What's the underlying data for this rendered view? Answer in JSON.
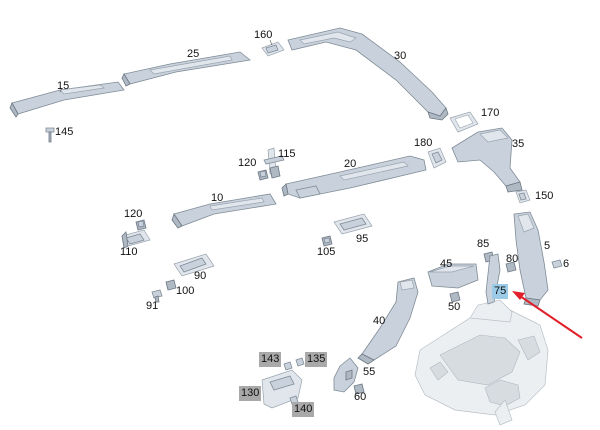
{
  "colors": {
    "part_fill": "#c9d2dc",
    "highlight_box": "#9ccbe8",
    "grey_box": "#a9a9a9",
    "pointer_arrow": "#e0202a"
  },
  "callouts": {
    "c5": "5",
    "c6": "6",
    "c10": "10",
    "c15": "15",
    "c20": "20",
    "c25": "25",
    "c30": "30",
    "c35": "35",
    "c40": "40",
    "c45": "45",
    "c50": "50",
    "c55": "55",
    "c60": "60",
    "c75": "75",
    "c80": "80",
    "c85": "85",
    "c90": "90",
    "c91": "91",
    "c95": "95",
    "c100": "100",
    "c105": "105",
    "c110": "110",
    "c115": "115",
    "c120a": "120",
    "c120b": "120",
    "c130": "130",
    "c135": "135",
    "c140": "140",
    "c143": "143",
    "c145": "145",
    "c150": "150",
    "c160": "160",
    "c170": "170",
    "c180": "180"
  },
  "highlighted_part": "75",
  "greyed_parts": [
    "130",
    "135",
    "140",
    "143"
  ]
}
